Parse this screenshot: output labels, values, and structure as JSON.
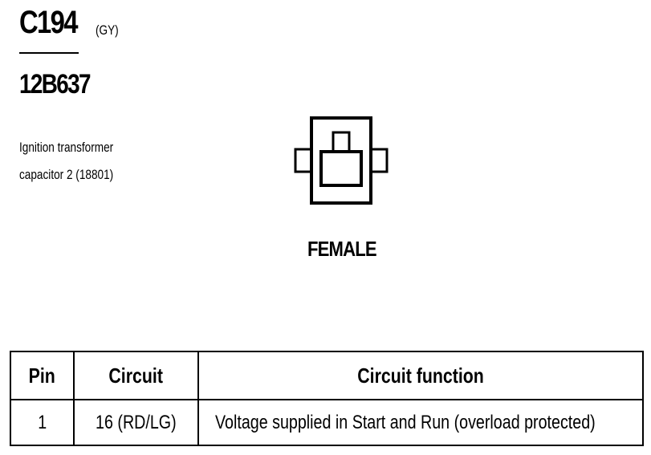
{
  "header": {
    "connector_id": "C194",
    "connector_color": "(GY)",
    "part_number": "12B637",
    "description_lines": [
      "Ignition transformer",
      "capacitor 2 (18801)"
    ]
  },
  "connector": {
    "gender": "FEMALE",
    "icon": "connector-face-view-icon"
  },
  "pin_table": {
    "headers": [
      "Pin",
      "Circuit",
      "Circuit function"
    ],
    "rows": [
      [
        "1",
        "16 (RD/LG)",
        "Voltage supplied in Start and Run (overload protected)"
      ]
    ]
  }
}
